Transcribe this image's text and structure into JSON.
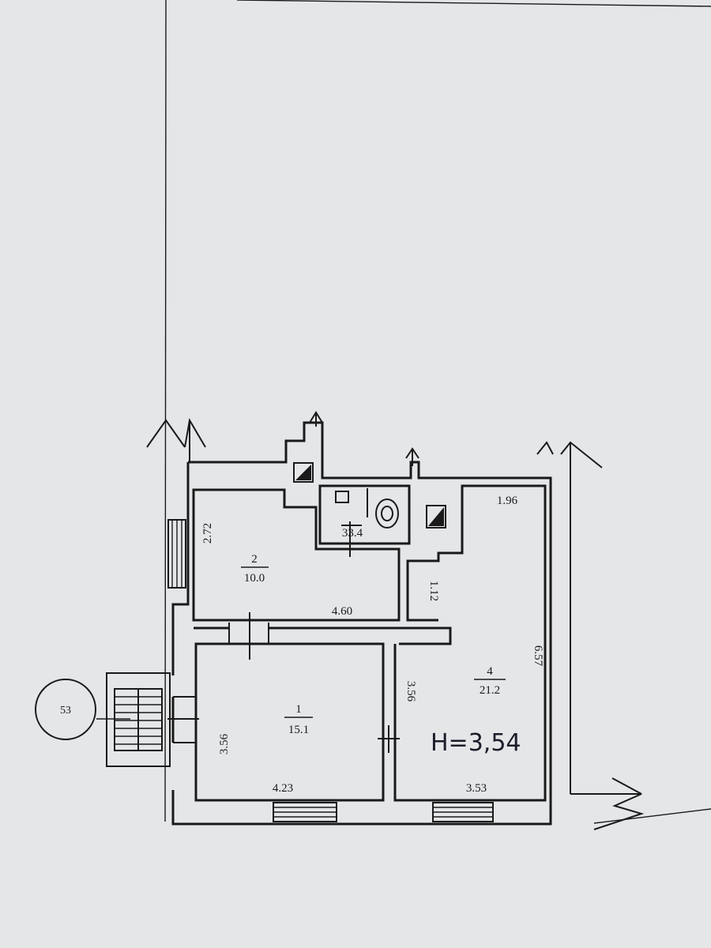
{
  "rooms": [
    {
      "id": "1",
      "number": "1",
      "area": "15.1",
      "width": "4.23",
      "height": "3.56"
    },
    {
      "id": "2",
      "number": "2",
      "area": "10.0",
      "width": "4.60",
      "height": "2.72"
    },
    {
      "id": "3",
      "number": "3",
      "area": "3.4"
    },
    {
      "id": "4",
      "number": "4",
      "area": "21.2",
      "width": "3.53",
      "height": "6.57",
      "top_width": "1.96",
      "niche": "1.12",
      "inner_height": "3.56"
    }
  ],
  "ceiling_height": "Н=3,54",
  "building_marker": "53",
  "colors": {
    "paper": "#e4e6e8",
    "ink": "#1a1a1a",
    "handwriting": "#1c1c2a"
  }
}
